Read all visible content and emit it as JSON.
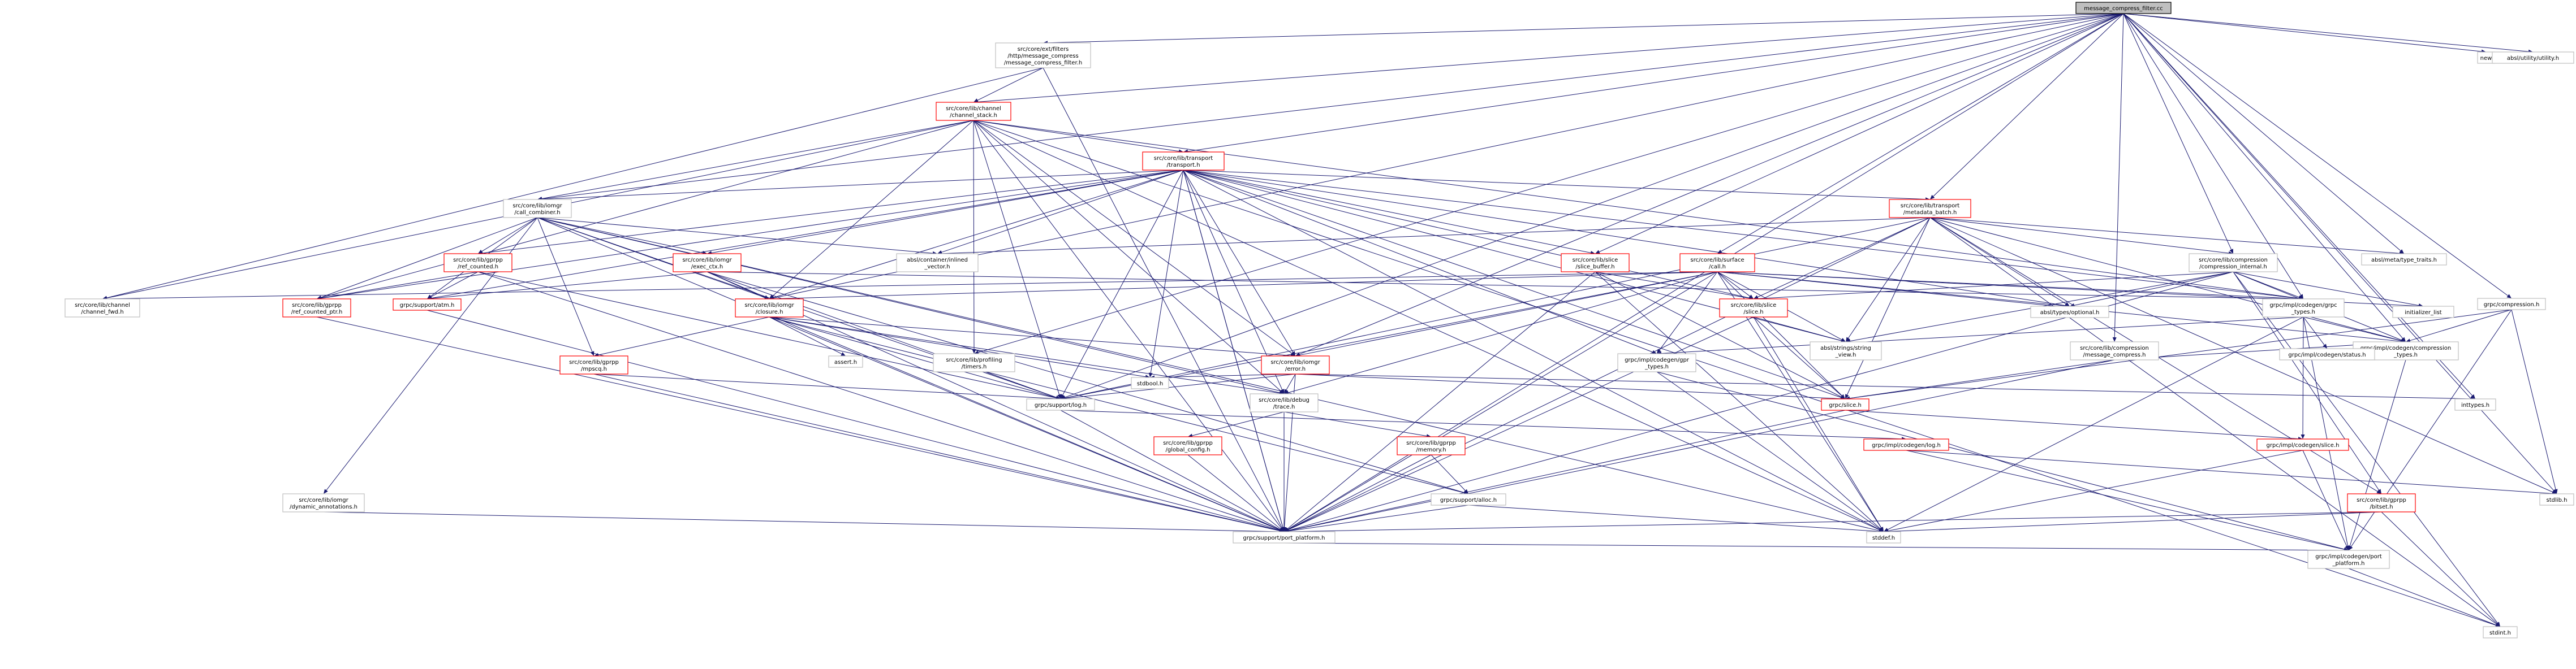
{
  "graph": {
    "root": "message_compress_filter.cc",
    "nodes": [
      {
        "id": "root",
        "lines": [
          "message_compress_filter.cc"
        ],
        "kind": "root"
      },
      {
        "id": "mcf_h",
        "lines": [
          "src/core/ext/filters",
          "/http/message_compress",
          "/message_compress_filter.h"
        ],
        "kind": "normal"
      },
      {
        "id": "new",
        "lines": [
          "new"
        ],
        "kind": "normal"
      },
      {
        "id": "absl_utility",
        "lines": [
          "absl/utility/utility.h"
        ],
        "kind": "normal"
      },
      {
        "id": "channel_stack",
        "lines": [
          "src/core/lib/channel",
          "/channel_stack.h"
        ],
        "kind": "red"
      },
      {
        "id": "transport",
        "lines": [
          "src/core/lib/transport",
          "/transport.h"
        ],
        "kind": "red"
      },
      {
        "id": "call_combiner",
        "lines": [
          "src/core/lib/iomgr",
          "/call_combiner.h"
        ],
        "kind": "normal"
      },
      {
        "id": "metadata_batch",
        "lines": [
          "src/core/lib/transport",
          "/metadata_batch.h"
        ],
        "kind": "red"
      },
      {
        "id": "ref_counted",
        "lines": [
          "src/core/lib/gprpp",
          "/ref_counted.h"
        ],
        "kind": "red"
      },
      {
        "id": "exec_ctx",
        "lines": [
          "src/core/lib/iomgr",
          "/exec_ctx.h"
        ],
        "kind": "red"
      },
      {
        "id": "inlined_vector",
        "lines": [
          "absl/container/inlined",
          "_vector.h"
        ],
        "kind": "normal"
      },
      {
        "id": "slice_buffer",
        "lines": [
          "src/core/lib/slice",
          "/slice_buffer.h"
        ],
        "kind": "red"
      },
      {
        "id": "surface_call",
        "lines": [
          "src/core/lib/surface",
          "/call.h"
        ],
        "kind": "red"
      },
      {
        "id": "compression_internal",
        "lines": [
          "src/core/lib/compression",
          "/compression_internal.h"
        ],
        "kind": "normal"
      },
      {
        "id": "type_traits",
        "lines": [
          "absl/meta/type_traits.h"
        ],
        "kind": "normal"
      },
      {
        "id": "grpc_compression",
        "lines": [
          "grpc/compression.h"
        ],
        "kind": "normal"
      },
      {
        "id": "channel_fwd",
        "lines": [
          "src/core/lib/channel",
          "/channel_fwd.h"
        ],
        "kind": "normal"
      },
      {
        "id": "ref_counted_ptr",
        "lines": [
          "src/core/lib/gprpp",
          "/ref_counted_ptr.h"
        ],
        "kind": "red"
      },
      {
        "id": "atm",
        "lines": [
          "grpc/support/atm.h"
        ],
        "kind": "red"
      },
      {
        "id": "closure",
        "lines": [
          "src/core/lib/iomgr",
          "/closure.h"
        ],
        "kind": "red"
      },
      {
        "id": "slice_h",
        "lines": [
          "src/core/lib/slice",
          "/slice.h"
        ],
        "kind": "red"
      },
      {
        "id": "abs_optional",
        "lines": [
          "absl/types/optional.h"
        ],
        "kind": "normal"
      },
      {
        "id": "codegen_grpc_types",
        "lines": [
          "grpc/impl/codegen/grpc",
          "_types.h"
        ],
        "kind": "normal"
      },
      {
        "id": "initializer_list",
        "lines": [
          "initializer_list"
        ],
        "kind": "normal"
      },
      {
        "id": "message_compress",
        "lines": [
          "src/core/lib/compression",
          "/message_compress.h"
        ],
        "kind": "normal"
      },
      {
        "id": "string_view",
        "lines": [
          "absl/strings/string",
          "_view.h"
        ],
        "kind": "normal"
      },
      {
        "id": "codegen_compression_types",
        "lines": [
          "grpc/impl/codegen/compression",
          "_types.h"
        ],
        "kind": "normal"
      },
      {
        "id": "codegen_status",
        "lines": [
          "grpc/impl/codegen/status.h"
        ],
        "kind": "normal"
      },
      {
        "id": "gpr_types",
        "lines": [
          "grpc/impl/codegen/gpr",
          "_types.h"
        ],
        "kind": "normal"
      },
      {
        "id": "mpscq",
        "lines": [
          "src/core/lib/gprpp",
          "/mpscq.h"
        ],
        "kind": "red"
      },
      {
        "id": "assert_h",
        "lines": [
          "assert.h"
        ],
        "kind": "normal"
      },
      {
        "id": "iomgr_error",
        "lines": [
          "src/core/lib/iomgr",
          "/error.h"
        ],
        "kind": "red"
      },
      {
        "id": "timers",
        "lines": [
          "src/core/lib/profiling",
          "/timers.h"
        ],
        "kind": "normal"
      },
      {
        "id": "stdbool",
        "lines": [
          "stdbool.h"
        ],
        "kind": "normal"
      },
      {
        "id": "grpc_slice",
        "lines": [
          "grpc/slice.h"
        ],
        "kind": "red"
      },
      {
        "id": "inttypes",
        "lines": [
          "inttypes.h"
        ],
        "kind": "normal"
      },
      {
        "id": "support_log",
        "lines": [
          "grpc/support/log.h"
        ],
        "kind": "normal"
      },
      {
        "id": "debug_trace",
        "lines": [
          "src/core/lib/debug",
          "/trace.h"
        ],
        "kind": "normal"
      },
      {
        "id": "global_config",
        "lines": [
          "src/core/lib/gprpp",
          "/global_config.h"
        ],
        "kind": "red"
      },
      {
        "id": "gprpp_memory",
        "lines": [
          "src/core/lib/gprpp",
          "/memory.h"
        ],
        "kind": "red"
      },
      {
        "id": "codegen_log",
        "lines": [
          "grpc/impl/codegen/log.h"
        ],
        "kind": "red"
      },
      {
        "id": "codegen_slice",
        "lines": [
          "grpc/impl/codegen/slice.h"
        ],
        "kind": "red"
      },
      {
        "id": "stdlib",
        "lines": [
          "stdlib.h"
        ],
        "kind": "normal"
      },
      {
        "id": "dyn_annotations",
        "lines": [
          "src/core/lib/iomgr",
          "/dynamic_annotations.h"
        ],
        "kind": "normal"
      },
      {
        "id": "support_alloc",
        "lines": [
          "grpc/support/alloc.h"
        ],
        "kind": "normal"
      },
      {
        "id": "bitset",
        "lines": [
          "src/core/lib/gprpp",
          "/bitset.h"
        ],
        "kind": "red"
      },
      {
        "id": "port_platform",
        "lines": [
          "grpc/support/port_platform.h"
        ],
        "kind": "normal"
      },
      {
        "id": "stddef",
        "lines": [
          "stddef.h"
        ],
        "kind": "normal"
      },
      {
        "id": "codegen_port_platform",
        "lines": [
          "grpc/impl/codegen/port",
          "_platform.h"
        ],
        "kind": "normal"
      },
      {
        "id": "stdint",
        "lines": [
          "stdint.h"
        ],
        "kind": "normal"
      }
    ],
    "edges": [
      [
        "root",
        "mcf_h"
      ],
      [
        "root",
        "new"
      ],
      [
        "root",
        "absl_utility"
      ],
      [
        "root",
        "channel_stack"
      ],
      [
        "root",
        "transport"
      ],
      [
        "root",
        "call_combiner"
      ],
      [
        "root",
        "metadata_batch"
      ],
      [
        "root",
        "slice_buffer"
      ],
      [
        "root",
        "surface_call"
      ],
      [
        "root",
        "compression_internal"
      ],
      [
        "root",
        "type_traits"
      ],
      [
        "root",
        "grpc_compression"
      ],
      [
        "root",
        "closure"
      ],
      [
        "root",
        "iomgr_error"
      ],
      [
        "root",
        "support_log"
      ],
      [
        "root",
        "codegen_grpc_types"
      ],
      [
        "root",
        "codegen_compression_types"
      ],
      [
        "root",
        "stdlib"
      ],
      [
        "root",
        "port_platform"
      ],
      [
        "root",
        "inttypes"
      ],
      [
        "root",
        "timers"
      ],
      [
        "root",
        "message_compress"
      ],
      [
        "mcf_h",
        "channel_stack"
      ],
      [
        "mcf_h",
        "channel_fwd"
      ],
      [
        "mcf_h",
        "port_platform"
      ],
      [
        "channel_stack",
        "transport"
      ],
      [
        "channel_stack",
        "call_combiner"
      ],
      [
        "channel_stack",
        "channel_fwd"
      ],
      [
        "channel_stack",
        "ref_counted_ptr"
      ],
      [
        "channel_stack",
        "closure"
      ],
      [
        "channel_stack",
        "iomgr_error"
      ],
      [
        "channel_stack",
        "support_log"
      ],
      [
        "channel_stack",
        "port_platform"
      ],
      [
        "channel_stack",
        "stddef"
      ],
      [
        "channel_stack",
        "codegen_grpc_types"
      ],
      [
        "channel_stack",
        "debug_trace"
      ],
      [
        "channel_stack",
        "timers"
      ],
      [
        "transport",
        "call_combiner"
      ],
      [
        "transport",
        "metadata_batch"
      ],
      [
        "transport",
        "ref_counted"
      ],
      [
        "transport",
        "ref_counted_ptr"
      ],
      [
        "transport",
        "closure"
      ],
      [
        "transport",
        "iomgr_error"
      ],
      [
        "transport",
        "support_log"
      ],
      [
        "transport",
        "atm"
      ],
      [
        "transport",
        "port_platform"
      ],
      [
        "transport",
        "stddef"
      ],
      [
        "transport",
        "debug_trace"
      ],
      [
        "transport",
        "slice_h"
      ],
      [
        "transport",
        "string_view"
      ],
      [
        "transport",
        "abs_optional"
      ],
      [
        "transport",
        "gpr_types"
      ],
      [
        "transport",
        "inlined_vector"
      ],
      [
        "transport",
        "grpc_slice"
      ],
      [
        "transport",
        "stdbool"
      ],
      [
        "transport",
        "exec_ctx"
      ],
      [
        "transport",
        "slice_buffer"
      ],
      [
        "transport",
        "codegen_grpc_types"
      ],
      [
        "transport",
        "port_platform"
      ],
      [
        "call_combiner",
        "ref_counted"
      ],
      [
        "call_combiner",
        "ref_counted_ptr"
      ],
      [
        "call_combiner",
        "exec_ctx"
      ],
      [
        "call_combiner",
        "closure"
      ],
      [
        "call_combiner",
        "mpscq"
      ],
      [
        "call_combiner",
        "dyn_annotations"
      ],
      [
        "call_combiner",
        "atm"
      ],
      [
        "call_combiner",
        "support_log"
      ],
      [
        "call_combiner",
        "port_platform"
      ],
      [
        "call_combiner",
        "inlined_vector"
      ],
      [
        "call_combiner",
        "stddef"
      ],
      [
        "call_combiner",
        "debug_trace"
      ],
      [
        "metadata_batch",
        "compression_internal"
      ],
      [
        "metadata_batch",
        "slice_h"
      ],
      [
        "metadata_batch",
        "abs_optional"
      ],
      [
        "metadata_batch",
        "type_traits"
      ],
      [
        "metadata_batch",
        "string_view"
      ],
      [
        "metadata_batch",
        "inlined_vector"
      ],
      [
        "metadata_batch",
        "codegen_compression_types"
      ],
      [
        "metadata_batch",
        "support_log"
      ],
      [
        "metadata_batch",
        "port_platform"
      ],
      [
        "metadata_batch",
        "stdlib"
      ],
      [
        "metadata_batch",
        "bitset"
      ],
      [
        "metadata_batch",
        "grpc_slice"
      ],
      [
        "metadata_batch",
        "stdint"
      ],
      [
        "ref_counted",
        "atm"
      ],
      [
        "ref_counted",
        "ref_counted_ptr"
      ],
      [
        "ref_counted",
        "support_log"
      ],
      [
        "ref_counted",
        "port_platform"
      ],
      [
        "exec_ctx",
        "closure"
      ],
      [
        "exec_ctx",
        "atm"
      ],
      [
        "exec_ctx",
        "support_log"
      ],
      [
        "exec_ctx",
        "port_platform"
      ],
      [
        "exec_ctx",
        "support_alloc"
      ],
      [
        "exec_ctx",
        "codegen_grpc_types"
      ],
      [
        "slice_buffer",
        "slice_h"
      ],
      [
        "slice_buffer",
        "grpc_slice"
      ],
      [
        "slice_buffer",
        "port_platform"
      ],
      [
        "slice_buffer",
        "stddef"
      ],
      [
        "surface_call",
        "closure"
      ],
      [
        "surface_call",
        "slice_h"
      ],
      [
        "surface_call",
        "iomgr_error"
      ],
      [
        "surface_call",
        "codegen_grpc_types"
      ],
      [
        "surface_call",
        "abs_optional"
      ],
      [
        "surface_call",
        "gpr_types"
      ],
      [
        "surface_call",
        "string_view"
      ],
      [
        "surface_call",
        "debug_trace"
      ],
      [
        "surface_call",
        "support_log"
      ],
      [
        "surface_call",
        "stddef"
      ],
      [
        "surface_call",
        "grpc_slice"
      ],
      [
        "surface_call",
        "port_platform"
      ],
      [
        "surface_call",
        "initializer_list"
      ],
      [
        "surface_call",
        "codegen_compression_types"
      ],
      [
        "surface_call",
        "channel_fwd"
      ],
      [
        "compression_internal",
        "slice_h"
      ],
      [
        "compression_internal",
        "abs_optional"
      ],
      [
        "compression_internal",
        "string_view"
      ],
      [
        "compression_internal",
        "initializer_list"
      ],
      [
        "compression_internal",
        "codegen_grpc_types"
      ],
      [
        "compression_internal",
        "codegen_compression_types"
      ],
      [
        "compression_internal",
        "port_platform"
      ],
      [
        "compression_internal",
        "stdint"
      ],
      [
        "compression_internal",
        "bitset"
      ],
      [
        "grpc_compression",
        "codegen_compression_types"
      ],
      [
        "grpc_compression",
        "grpc_slice"
      ],
      [
        "grpc_compression",
        "stdlib"
      ],
      [
        "grpc_compression",
        "codegen_port_platform"
      ],
      [
        "ref_counted_ptr",
        "port_platform"
      ],
      [
        "atm",
        "port_platform"
      ],
      [
        "closure",
        "mpscq"
      ],
      [
        "closure",
        "iomgr_error"
      ],
      [
        "closure",
        "support_log"
      ],
      [
        "closure",
        "assert_h"
      ],
      [
        "closure",
        "stdbool"
      ],
      [
        "closure",
        "debug_trace"
      ],
      [
        "closure",
        "port_platform"
      ],
      [
        "closure",
        "support_alloc"
      ],
      [
        "slice_h",
        "string_view"
      ],
      [
        "slice_h",
        "grpc_slice"
      ],
      [
        "slice_h",
        "port_platform"
      ],
      [
        "slice_h",
        "stddef"
      ],
      [
        "codegen_grpc_types",
        "codegen_compression_types"
      ],
      [
        "codegen_grpc_types",
        "codegen_status"
      ],
      [
        "codegen_grpc_types",
        "gpr_types"
      ],
      [
        "codegen_grpc_types",
        "codegen_slice"
      ],
      [
        "codegen_grpc_types",
        "stddef"
      ],
      [
        "codegen_grpc_types",
        "codegen_port_platform"
      ],
      [
        "message_compress",
        "grpc_slice"
      ],
      [
        "message_compress",
        "codegen_compression_types"
      ],
      [
        "message_compress",
        "port_platform"
      ],
      [
        "codegen_compression_types",
        "codegen_port_platform"
      ],
      [
        "gpr_types",
        "stddef"
      ],
      [
        "gpr_types",
        "codegen_port_platform"
      ],
      [
        "mpscq",
        "port_platform"
      ],
      [
        "mpscq",
        "support_log"
      ],
      [
        "iomgr_error",
        "support_log"
      ],
      [
        "iomgr_error",
        "grpc_slice"
      ],
      [
        "iomgr_error",
        "stdbool"
      ],
      [
        "iomgr_error",
        "inttypes"
      ],
      [
        "iomgr_error",
        "debug_trace"
      ],
      [
        "iomgr_error",
        "port_platform"
      ],
      [
        "grpc_slice",
        "codegen_slice"
      ],
      [
        "grpc_slice",
        "port_platform"
      ],
      [
        "support_log",
        "codegen_log"
      ],
      [
        "support_log",
        "port_platform"
      ],
      [
        "debug_trace",
        "global_config"
      ],
      [
        "debug_trace",
        "gprpp_memory"
      ],
      [
        "debug_trace",
        "port_platform"
      ],
      [
        "global_config",
        "port_platform"
      ],
      [
        "gprpp_memory",
        "support_alloc"
      ],
      [
        "gprpp_memory",
        "port_platform"
      ],
      [
        "codegen_log",
        "stdlib"
      ],
      [
        "codegen_log",
        "codegen_port_platform"
      ],
      [
        "codegen_slice",
        "stddef"
      ],
      [
        "codegen_slice",
        "codegen_port_platform"
      ],
      [
        "dyn_annotations",
        "port_platform"
      ],
      [
        "support_alloc",
        "stddef"
      ],
      [
        "support_alloc",
        "port_platform"
      ],
      [
        "bitset",
        "stddef"
      ],
      [
        "bitset",
        "stdint"
      ],
      [
        "bitset",
        "port_platform"
      ],
      [
        "port_platform",
        "codegen_port_platform"
      ],
      [
        "codegen_port_platform",
        "stdint"
      ],
      [
        "channel_stack",
        "stdint"
      ]
    ]
  },
  "colors": {
    "root_fill": "#bfbfbf",
    "node_border": "#bfbfbf",
    "incomplete_border": "#ff0000",
    "edge": "#191970"
  }
}
